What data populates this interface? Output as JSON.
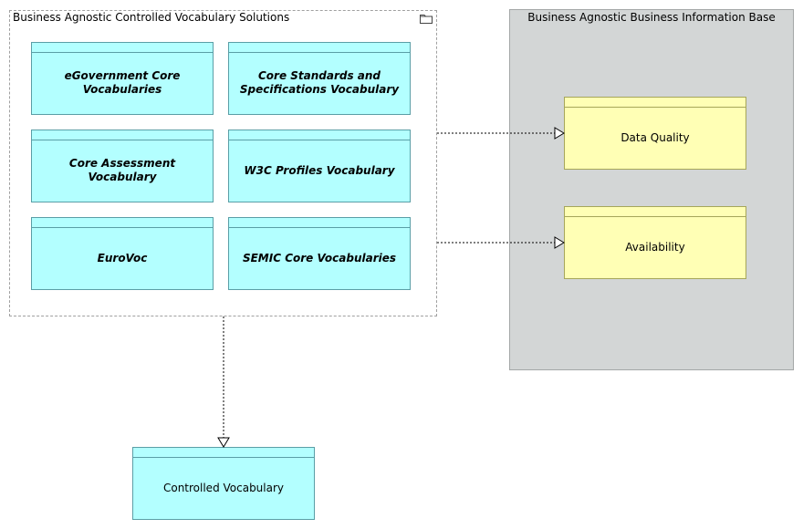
{
  "group": {
    "title": "Business Agnostic Controlled Vocabulary Solutions",
    "items": [
      "eGovernment Core Vocabularies",
      "Core Standards and Specifications Vocabulary",
      "Core Assessment Vocabulary",
      "W3C Profiles Vocabulary",
      "EuroVoc",
      "SEMIC Core Vocabularies"
    ]
  },
  "base": {
    "title": "Business Agnostic Business Information Base",
    "items": [
      "Data Quality",
      "Availability"
    ]
  },
  "target": {
    "label": "Controlled Vocabulary"
  },
  "colors": {
    "cyan_fill": "#b3ffff",
    "yellow_fill": "#ffffb5",
    "base_fill": "#d3d6d6"
  },
  "icons": {
    "group": "folder-icon"
  }
}
